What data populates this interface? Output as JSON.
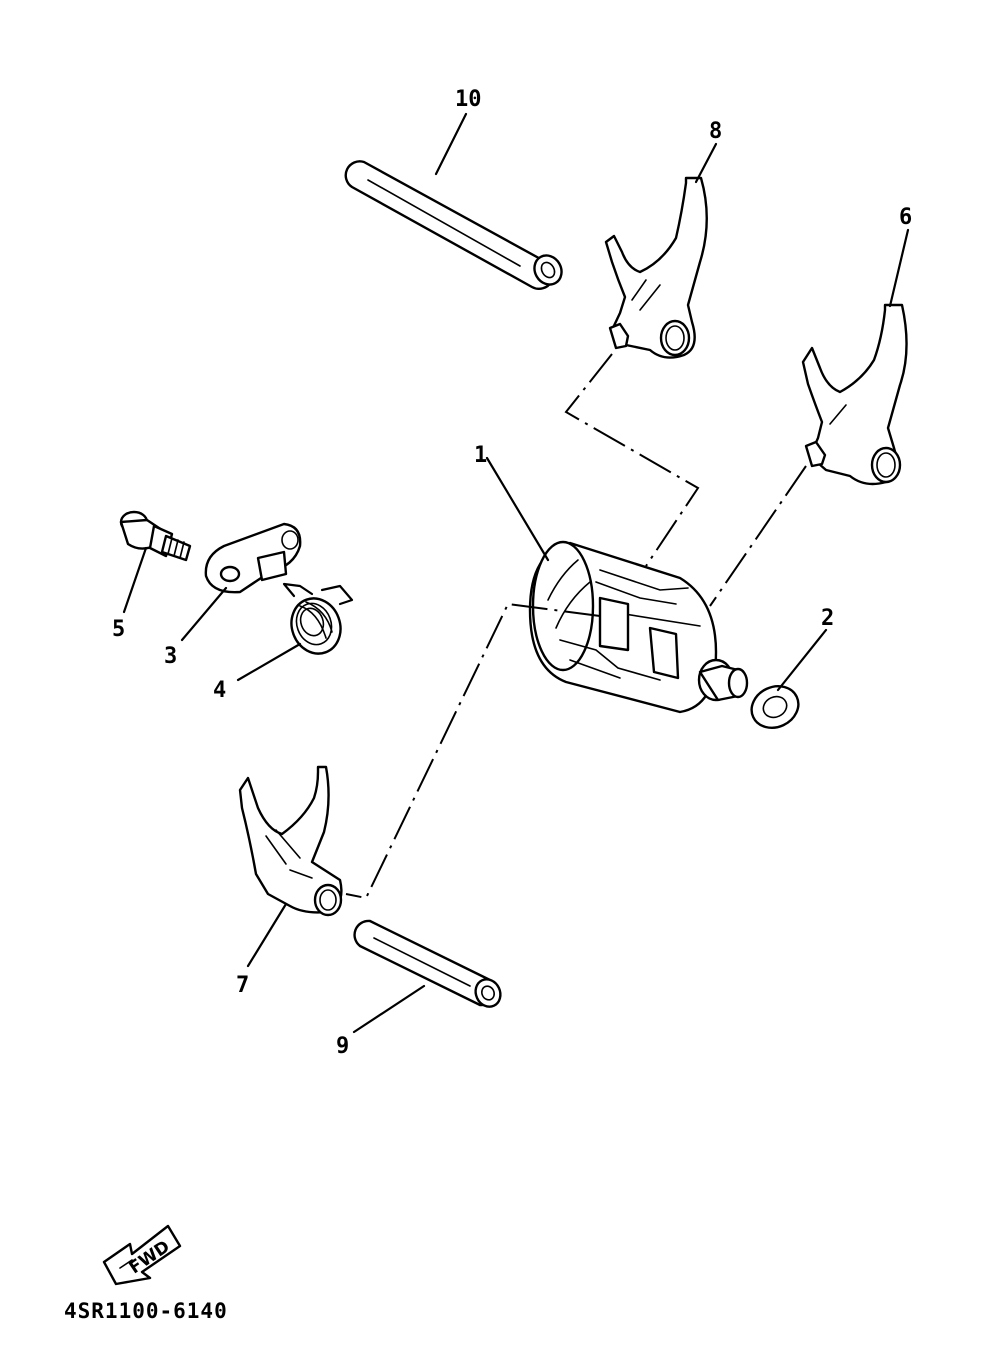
{
  "callouts": [
    {
      "id": "1",
      "text": "1"
    },
    {
      "id": "2",
      "text": "2"
    },
    {
      "id": "3",
      "text": "3"
    },
    {
      "id": "4",
      "text": "4"
    },
    {
      "id": "5",
      "text": "5"
    },
    {
      "id": "6",
      "text": "6"
    },
    {
      "id": "7",
      "text": "7"
    },
    {
      "id": "8",
      "text": "8"
    },
    {
      "id": "9",
      "text": "9"
    },
    {
      "id": "10",
      "text": "10"
    }
  ],
  "direction_arrow": {
    "text": "FWD"
  },
  "diagram_code": "4SR1100-6140"
}
